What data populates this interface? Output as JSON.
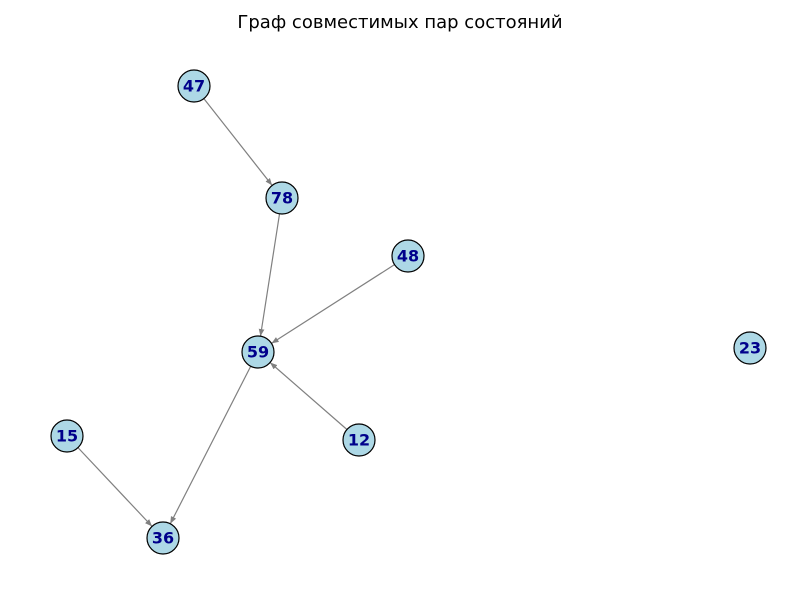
{
  "title": "Граф совместимых пар состояний",
  "colors": {
    "node_fill": "#add8e6",
    "node_stroke": "#000000",
    "label": "#00008b",
    "edge": "#808080"
  },
  "nodes": [
    {
      "id": "47",
      "label": "47"
    },
    {
      "id": "78",
      "label": "78"
    },
    {
      "id": "48",
      "label": "48"
    },
    {
      "id": "59",
      "label": "59"
    },
    {
      "id": "23",
      "label": "23"
    },
    {
      "id": "15",
      "label": "15"
    },
    {
      "id": "12",
      "label": "12"
    },
    {
      "id": "36",
      "label": "36"
    }
  ],
  "edges": [
    {
      "from": "47",
      "to": "78"
    },
    {
      "from": "78",
      "to": "59"
    },
    {
      "from": "48",
      "to": "59"
    },
    {
      "from": "12",
      "to": "59"
    },
    {
      "from": "59",
      "to": "36"
    },
    {
      "from": "15",
      "to": "36"
    }
  ]
}
